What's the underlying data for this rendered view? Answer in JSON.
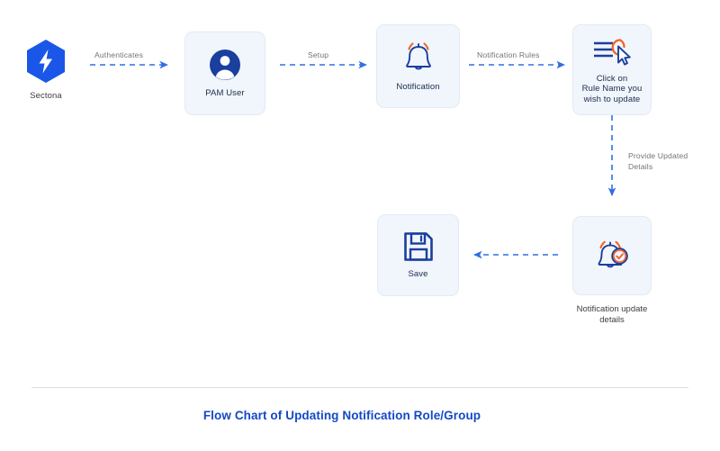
{
  "diagram": {
    "title": "Flow Chart of Updating Notification Role/Group",
    "colors": {
      "brand_blue": "#1a56e8",
      "deep_blue": "#1a3f9e",
      "navy": "#173a8f",
      "orange": "#f26322",
      "card_bg": "#f1f5fc",
      "card_border": "#e3eaf6",
      "edge_blue": "#2f6fe4",
      "label_gray": "#6f7479",
      "title_blue": "#1448c8",
      "divider": "#dddddd"
    },
    "nodes": [
      {
        "id": "sectona",
        "label": "Sectona",
        "icon": "sectona-hexagon-bolt-icon",
        "card": false
      },
      {
        "id": "pam-user",
        "label": "PAM User",
        "icon": "user-avatar-icon",
        "card": true
      },
      {
        "id": "notification",
        "label": "Notification",
        "icon": "bell-ringing-icon",
        "card": true
      },
      {
        "id": "click-rule-name",
        "label": "Click on\nRule Name you\nwish to update",
        "icon": "list-cursor-click-icon",
        "card": true
      },
      {
        "id": "notification-update-details",
        "label": "Notification update\ndetails",
        "icon": "bell-check-icon",
        "card": true
      },
      {
        "id": "save",
        "label": "Save",
        "icon": "floppy-disk-save-icon",
        "card": true
      }
    ],
    "edges": [
      {
        "id": "edge-authenticates",
        "label": "Authenticates",
        "from": "sectona",
        "to": "pam-user",
        "direction": "right",
        "style": "dashed"
      },
      {
        "id": "edge-setup",
        "label": "Setup",
        "from": "pam-user",
        "to": "notification",
        "direction": "right",
        "style": "dashed"
      },
      {
        "id": "edge-notification-rules",
        "label": "Notification Rules",
        "from": "notification",
        "to": "click-rule-name",
        "direction": "right",
        "style": "dashed"
      },
      {
        "id": "edge-provide-updated-details",
        "label": "Provide Updated\nDetails",
        "from": "click-rule-name",
        "to": "notification-update-details",
        "direction": "down",
        "style": "dashed"
      },
      {
        "id": "edge-to-save",
        "label": "",
        "from": "notification-update-details",
        "to": "save",
        "direction": "left",
        "style": "dashed"
      }
    ]
  }
}
